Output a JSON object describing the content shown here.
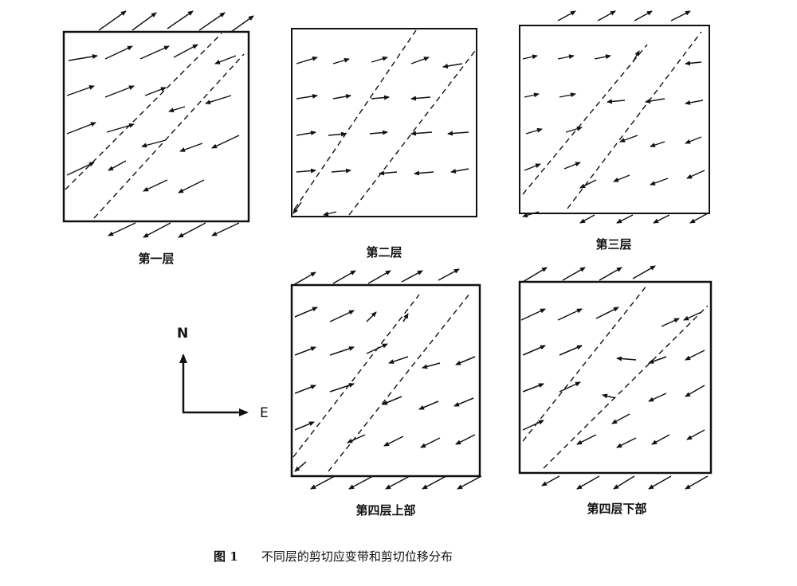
{
  "figure": {
    "panels": [
      {
        "label": "第一层"
      },
      {
        "label": "第二层"
      },
      {
        "label": "第三层"
      },
      {
        "label": "第四层上部"
      },
      {
        "label": "第四层下部"
      }
    ],
    "compass": {
      "north": "N",
      "east": "E"
    },
    "caption": {
      "number": "图 1",
      "text": "不同层的剪切应变带和剪切位移分布"
    }
  }
}
